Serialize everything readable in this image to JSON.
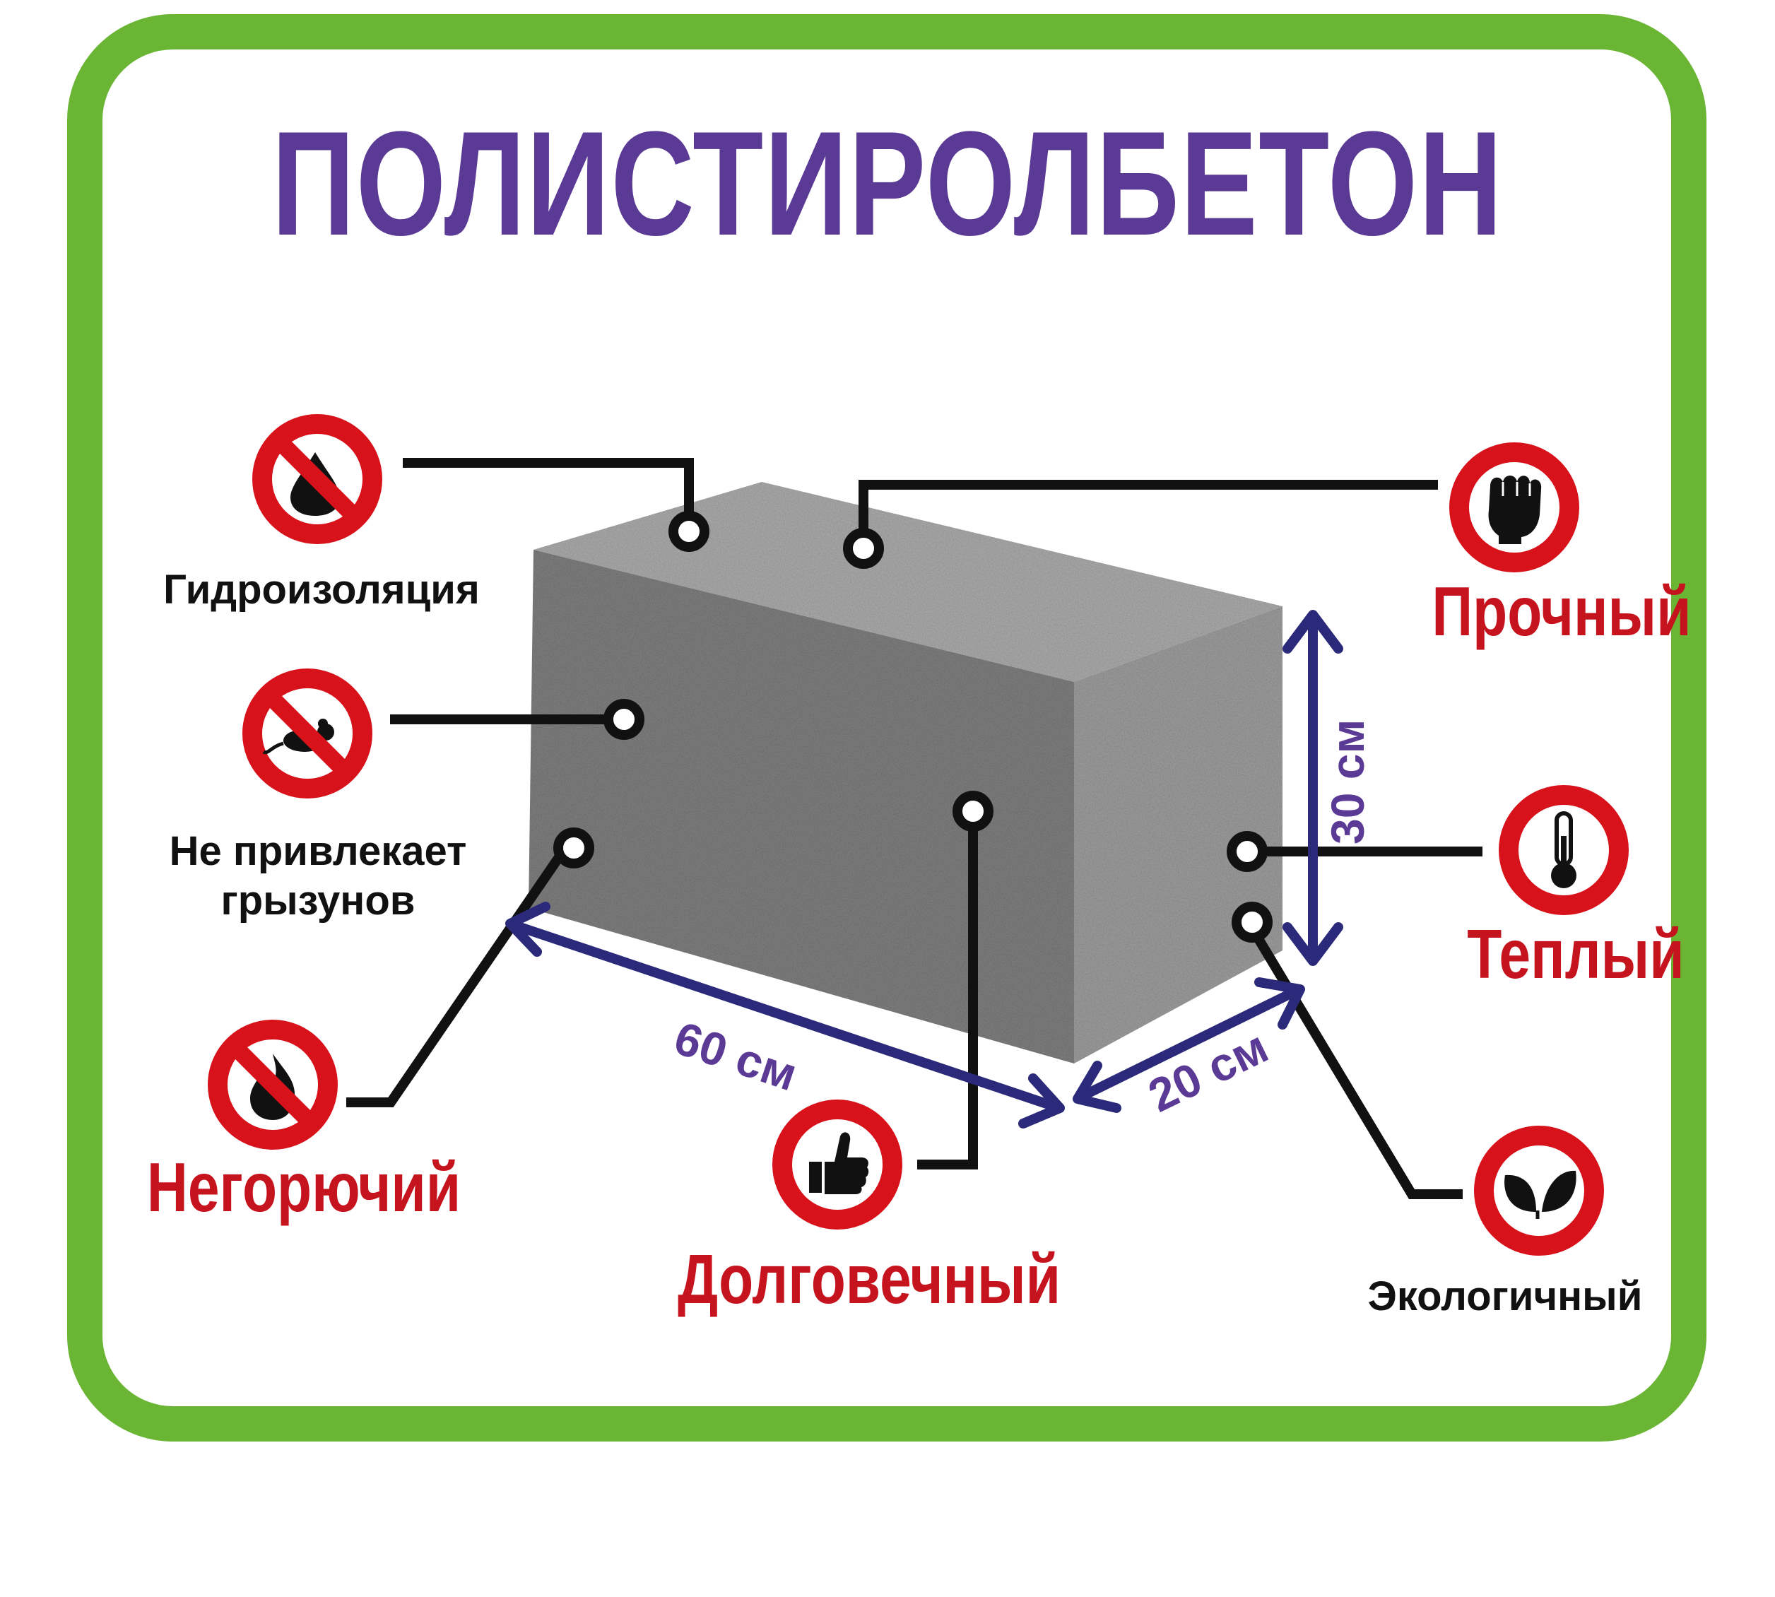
{
  "title": "ПОЛИСТИРОЛБЕТОН",
  "colors": {
    "frame": "#6ab534",
    "title": "#5b3a96",
    "sign": "#d8121b",
    "label_red": "#c6141e",
    "label_black": "#111111",
    "dimension": "#2b2a7a",
    "block": "#8f8f8f"
  },
  "features": [
    {
      "label": "Гидроизоляция",
      "icon": "no-water-drop-icon",
      "style": "black"
    },
    {
      "label": "Не привлекает\nгрызунов",
      "icon": "no-rodent-icon",
      "style": "black"
    },
    {
      "label": "Негорючий",
      "icon": "no-fire-icon",
      "style": "red"
    },
    {
      "label": "Долговечный",
      "icon": "thumbs-up-icon",
      "style": "red"
    },
    {
      "label": "Прочный",
      "icon": "fist-icon",
      "style": "red"
    },
    {
      "label": "Теплый",
      "icon": "thermometer-icon",
      "style": "red"
    },
    {
      "label": "Экологичный",
      "icon": "leaves-icon",
      "style": "black"
    }
  ],
  "dimensions": {
    "length": "60 см",
    "width": "20 см",
    "height": "30 см"
  }
}
